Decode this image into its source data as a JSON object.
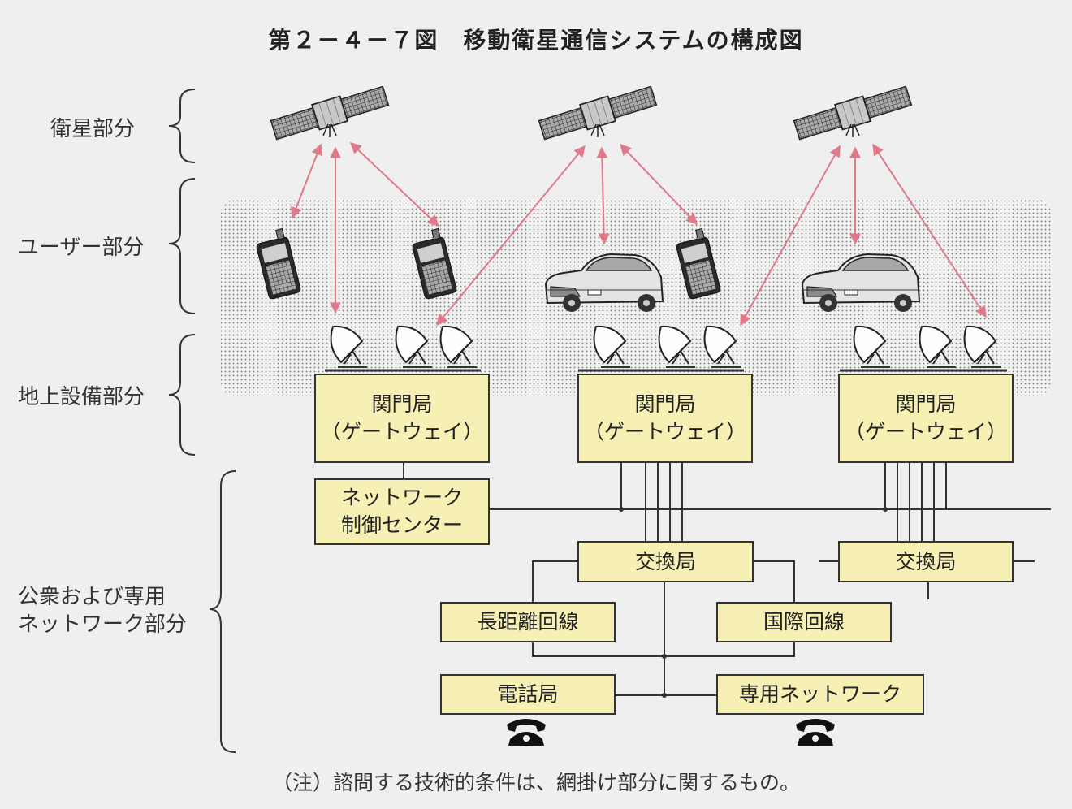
{
  "title": "第２－４－７図　移動衛星通信システムの構成図",
  "layers": {
    "satellite": "衛星部分",
    "user": "ユーザー部分",
    "ground": "地上設備部分",
    "network_1": "公衆および専用",
    "network_2": "ネットワーク部分"
  },
  "gateways": [
    {
      "line1": "関門局",
      "line2": "（ゲートウェイ）"
    },
    {
      "line1": "関門局",
      "line2": "（ゲートウェイ）"
    },
    {
      "line1": "関門局",
      "line2": "（ゲートウェイ）"
    }
  ],
  "network_control": {
    "line1": "ネットワーク",
    "line2": "制御センター"
  },
  "exchanges": [
    "交換局",
    "交換局"
  ],
  "long_distance": "長距離回線",
  "international": "国際回線",
  "telephone_office": "電話局",
  "private_network": "専用ネットワーク",
  "note": "（注）諮問する技術的条件は、網掛け部分に関するもの。",
  "colors": {
    "background": "#efefef",
    "box_fill": "#f6f0b5",
    "arrow": "#e07a8a",
    "dots": "#777777"
  }
}
